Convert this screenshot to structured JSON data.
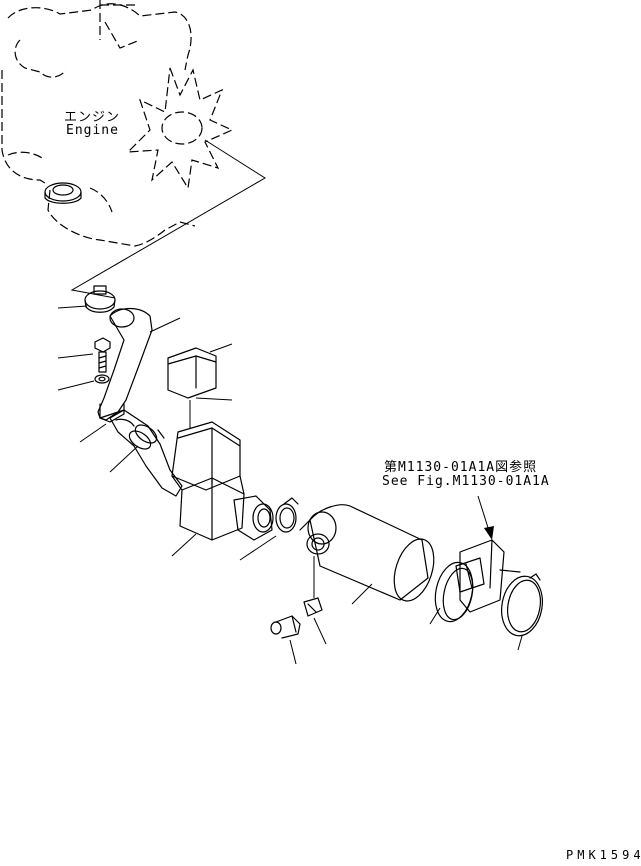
{
  "engine": {
    "label_jp": "エンジン",
    "label_en": "Engine"
  },
  "reference": {
    "label_jp": "第M1130-01A1A図参照",
    "label_en": "See Fig.M1130-01A1A"
  },
  "drawing_code": "PMK1594"
}
